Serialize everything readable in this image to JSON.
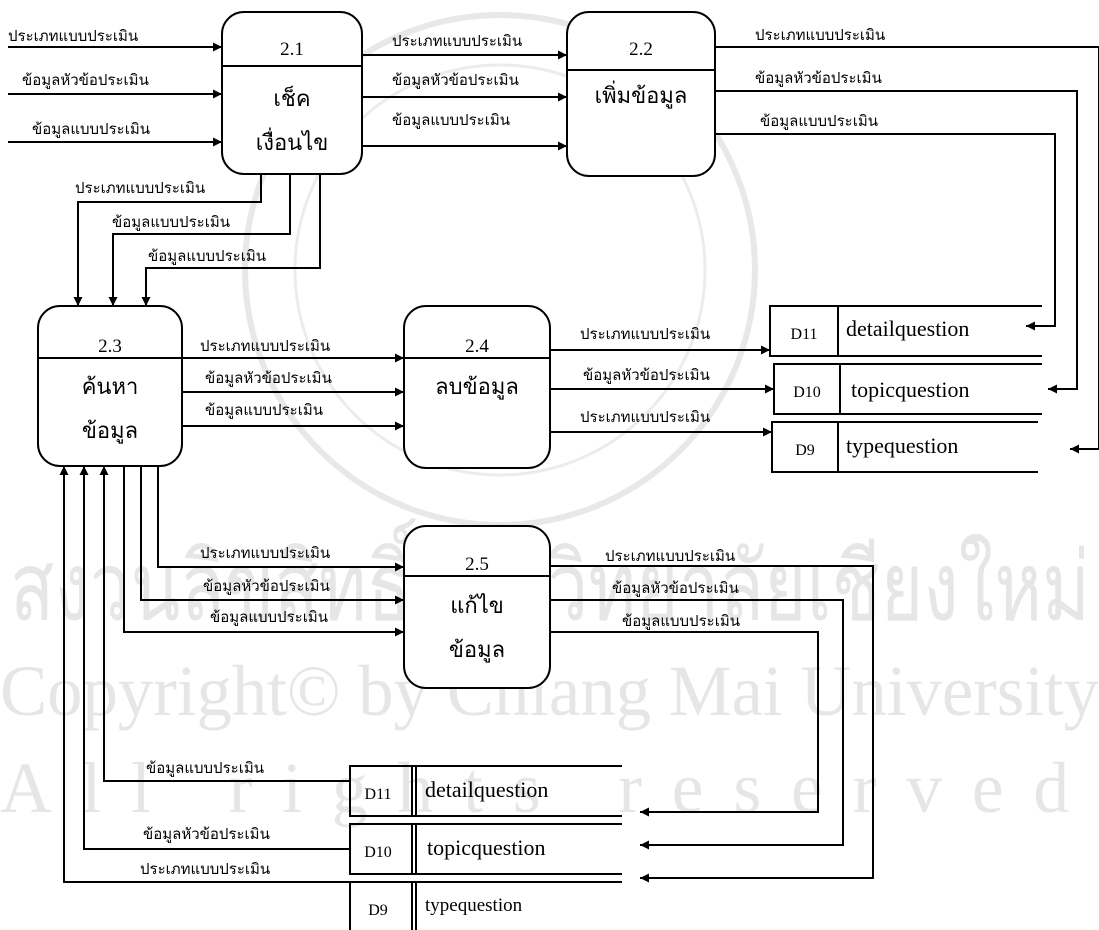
{
  "processes": {
    "p21": {
      "num": "2.1",
      "line1": "เช็ค",
      "line2": "เงื่อนไข"
    },
    "p22": {
      "num": "2.2",
      "line1": "เพิ่มข้อมูล"
    },
    "p23": {
      "num": "2.3",
      "line1": "ค้นหา",
      "line2": "ข้อมูล"
    },
    "p24": {
      "num": "2.4",
      "line1": "ลบข้อมูล"
    },
    "p25": {
      "num": "2.5",
      "line1": "แก้ไข",
      "line2": "ข้อมูล"
    }
  },
  "stores": {
    "top_d11": {
      "id": "D11",
      "name": "detailquestion"
    },
    "top_d10": {
      "id": "D10",
      "name": "topicquestion"
    },
    "top_d9": {
      "id": "D9",
      "name": "typequestion"
    },
    "bot_d11": {
      "id": "D11",
      "name": "detailquestion"
    },
    "bot_d10": {
      "id": "D10",
      "name": "topicquestion"
    },
    "bot_d9": {
      "id": "D9",
      "name": "typequestion"
    }
  },
  "flows": {
    "in21_type": "ประเภทแบบประเมิน",
    "in21_topic": "ข้อมูลหัวข้อประเมิน",
    "in21_form": "ข้อมูลแบบประเมิน",
    "p21_p22_type": "ประเภทแบบประเมิน",
    "p21_p22_topic": "ข้อมูลหัวข้อประเมิน",
    "p21_p22_form": "ข้อมูลแบบประเมิน",
    "p22_out_type": "ประเภทแบบประเมิน",
    "p22_out_topic": "ข้อมูลหัวข้อประเมิน",
    "p22_out_form": "ข้อมูลแบบประเมิน",
    "p21_p23_type": "ประเภทแบบประเมิน",
    "p21_p23_form1": "ข้อมูลแบบประเมิน",
    "p21_p23_form2": "ข้อมูลแบบประเมิน",
    "p23_p24_type": "ประเภทแบบประเมิน",
    "p23_p24_topic": "ข้อมูลหัวข้อประเมิน",
    "p23_p24_form": "ข้อมูลแบบประเมิน",
    "p24_out_type1": "ประเภทแบบประเมิน",
    "p24_out_topic": "ข้อมูลหัวข้อประเมิน",
    "p24_out_type2": "ประเภทแบบประเมิน",
    "p23_p25_type": "ประเภทแบบประเมิน",
    "p23_p25_topic": "ข้อมูลหัวข้อประเมิน",
    "p23_p25_form": "ข้อมูลแบบประเมิน",
    "p25_out_type": "ประเภทแบบประเมิน",
    "p25_out_topic": "ข้อมูลหัวข้อประเมิน",
    "p25_out_form": "ข้อมูลแบบประเมิน",
    "ret_form": "ข้อมูลแบบประเมิน",
    "ret_topic": "ข้อมูลหัวข้อประเมิน",
    "ret_type": "ประเภทแบบประเมิน"
  },
  "watermark": {
    "thai": "สงวนลิขสิทธิ์มหาวิทยาลัยเชียงใหม่",
    "copyright": "Copyright© by Chiang Mai University",
    "rights": "All rights reserved"
  }
}
